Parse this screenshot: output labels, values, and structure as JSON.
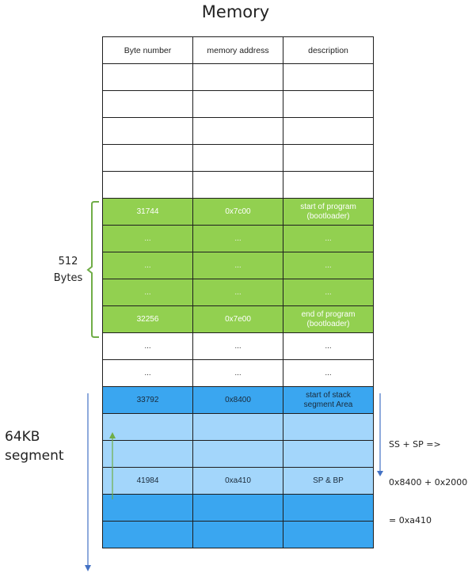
{
  "title": "Memory",
  "table": {
    "headers": [
      "Byte number",
      "memory address",
      "description"
    ],
    "rows": [
      {
        "style": "white",
        "cells": [
          "",
          "",
          ""
        ]
      },
      {
        "style": "white",
        "cells": [
          "",
          "",
          ""
        ]
      },
      {
        "style": "white",
        "cells": [
          "",
          "",
          ""
        ]
      },
      {
        "style": "white",
        "cells": [
          "",
          "",
          ""
        ]
      },
      {
        "style": "white",
        "cells": [
          "",
          "",
          ""
        ]
      },
      {
        "style": "green",
        "cells": [
          "31744",
          "0x7c00",
          "start of program\n(bootloader)"
        ]
      },
      {
        "style": "green",
        "cells": [
          "...",
          "...",
          "..."
        ]
      },
      {
        "style": "green",
        "cells": [
          "...",
          "...",
          "..."
        ]
      },
      {
        "style": "green",
        "cells": [
          "...",
          "...",
          "..."
        ]
      },
      {
        "style": "green",
        "cells": [
          "32256",
          "0x7e00",
          "end of program\n(bootloader)"
        ]
      },
      {
        "style": "white",
        "cells": [
          "...",
          "...",
          "..."
        ]
      },
      {
        "style": "white",
        "cells": [
          "...",
          "...",
          "..."
        ]
      },
      {
        "style": "blue-dark",
        "cells": [
          "33792",
          "0x8400",
          "start of stack\nsegment Area"
        ]
      },
      {
        "style": "blue-light",
        "cells": [
          "",
          "",
          ""
        ]
      },
      {
        "style": "blue-light",
        "cells": [
          "",
          "",
          ""
        ]
      },
      {
        "style": "blue-light",
        "cells": [
          "41984",
          "0xa410",
          "SP & BP"
        ]
      },
      {
        "style": "blue-dark",
        "cells": [
          "",
          "",
          ""
        ]
      },
      {
        "style": "blue-dark",
        "cells": [
          "",
          "",
          ""
        ]
      }
    ]
  },
  "labels": {
    "bytes_line1": "512",
    "bytes_line2": "Bytes",
    "segment_line1": "64KB",
    "segment_line2": "segment",
    "ss_sp_line1": "SS + SP =>",
    "ss_sp_line2": "0x8400 + 0x2000",
    "ss_sp_line3": "= 0xa410"
  },
  "colors": {
    "green": "#92d050",
    "blue_dark": "#3aa6f0",
    "blue_light": "#a3d6fb",
    "bracket_green": "#70ad47",
    "arrow_blue": "#4472c4"
  }
}
